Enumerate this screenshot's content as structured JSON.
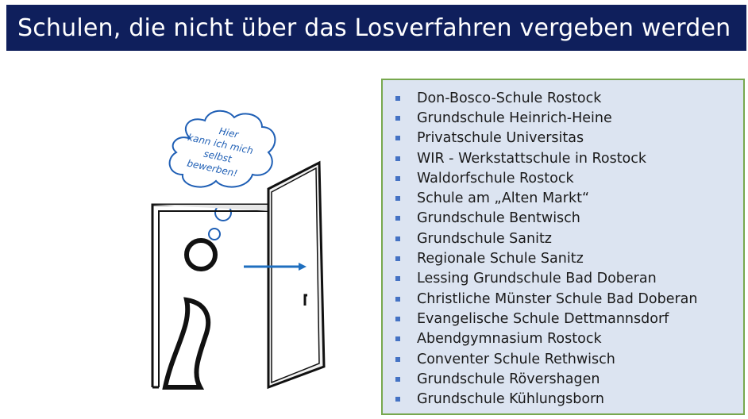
{
  "title": "Schulen, die nicht über das Losverfahren vergeben werden",
  "thought_bubble": {
    "lines": [
      "Hier",
      "kann ich mich",
      "selbst",
      "bewerben!"
    ]
  },
  "colors": {
    "title_bg": "#0f1f5c",
    "list_bg": "#dce4f1",
    "list_border": "#77a84e",
    "bullet": "#4472c4",
    "arrow": "#1f6fbf"
  },
  "schools": [
    "Don-Bosco-Schule Rostock",
    "Grundschule Heinrich-Heine",
    "Privatschule Universitas",
    "WIR - Werkstattschule in Rostock",
    "Waldorfschule Rostock",
    "Schule am „Alten Markt“",
    "Grundschule Bentwisch",
    "Grundschule Sanitz",
    "Regionale Schule Sanitz",
    "Lessing Grundschule Bad Doberan",
    "Christliche Münster Schule Bad Doberan",
    "Evangelische Schule Dettmannsdorf",
    "Abendgymnasium Rostock",
    "Conventer Schule Rethwisch",
    "Grundschule Rövershagen",
    "Grundschule Kühlungsborn"
  ]
}
